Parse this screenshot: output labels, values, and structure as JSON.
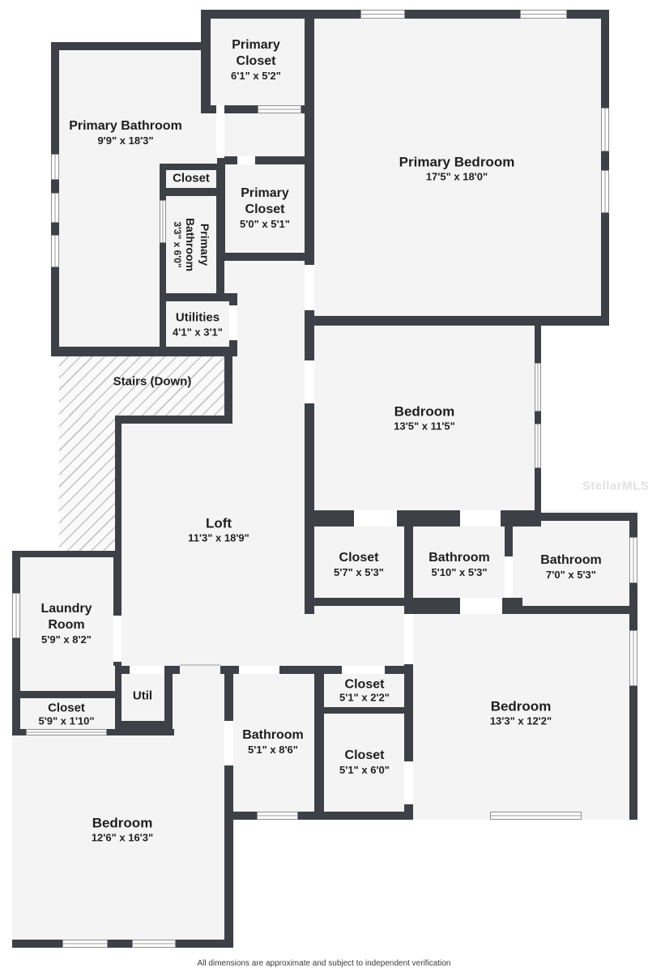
{
  "palette": {
    "wall": "#3d4147",
    "room_fill": "#f4f4f4",
    "label": "#1e1e1e",
    "watermark_color": "#e1e1e1"
  },
  "rooms": {
    "primary_closet_top": {
      "name": "Primary Closet",
      "dims": "6'1\" x 5'2\""
    },
    "primary_bathroom": {
      "name": "Primary Bathroom",
      "dims": "9'9\" x 18'3\""
    },
    "closet_small": {
      "name": "Closet"
    },
    "primary_bathroom_small": {
      "name": "Primary Bathroom",
      "dims": "3'3\" x 6'0\""
    },
    "primary_closet_mid": {
      "name": "Primary Closet",
      "dims": "5'0\" x 5'1\""
    },
    "utilities": {
      "name": "Utilities",
      "dims": "4'1\" x 3'1\""
    },
    "stairs": {
      "name": "Stairs (Down)"
    },
    "primary_bedroom": {
      "name": "Primary Bedroom",
      "dims": "17'5\" x 18'0\""
    },
    "bedroom_upper": {
      "name": "Bedroom",
      "dims": "13'5\" x 11'5\""
    },
    "loft": {
      "name": "Loft",
      "dims": "11'3\" x 18'9\""
    },
    "closet_hall": {
      "name": "Closet",
      "dims": "5'7\" x 5'3\""
    },
    "bathroom_jack": {
      "name": "Bathroom",
      "dims": "5'10\" x 5'3\""
    },
    "bathroom_right": {
      "name": "Bathroom",
      "dims": "7'0\" x 5'3\""
    },
    "laundry": {
      "name": "Laundry Room",
      "dims": "5'9\" x 8'2\""
    },
    "util": {
      "name": "Util"
    },
    "closet_laundry": {
      "name": "Closet",
      "dims": "5'9\" x 1'10\""
    },
    "bathroom_bottom": {
      "name": "Bathroom",
      "dims": "5'1\" x 8'6\""
    },
    "closet_small_bottom": {
      "name": "Closet",
      "dims": "5'1\" x 2'2\""
    },
    "closet_bottom": {
      "name": "Closet",
      "dims": "5'1\" x 6'0\""
    },
    "bedroom_right": {
      "name": "Bedroom",
      "dims": "13'3\" x 12'2\""
    },
    "bedroom_bottom": {
      "name": "Bedroom",
      "dims": "12'6\" x 16'3\""
    }
  },
  "watermark": "StellarMLS",
  "footer": {
    "disclaimer": "All dimensions are approximate and subject to independent verification"
  }
}
